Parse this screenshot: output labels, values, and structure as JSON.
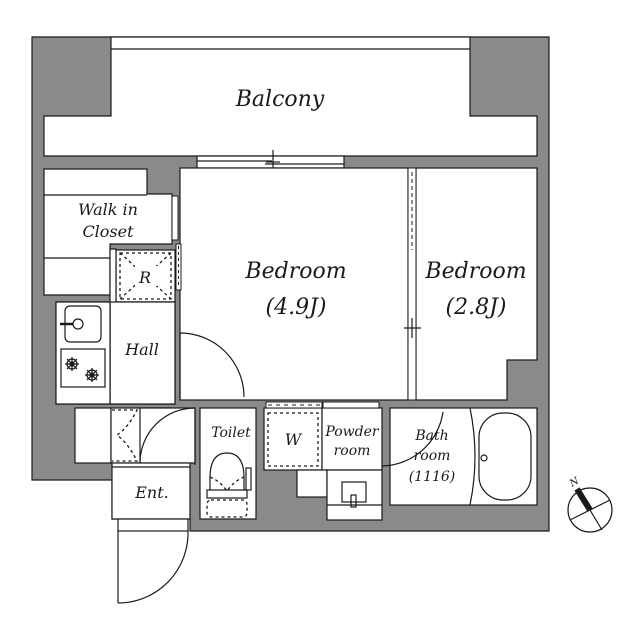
{
  "plan": {
    "rooms": {
      "balcony": {
        "label": "Balcony"
      },
      "bedroom1": {
        "label": "Bedroom",
        "size": "(4.9J)"
      },
      "bedroom2": {
        "label": "Bedroom",
        "size": "(2.8J)"
      },
      "walk_in_closet": {
        "line1": "Walk in",
        "line2": "Closet"
      },
      "refrigerator": {
        "label": "R"
      },
      "hall": {
        "label": "Hall"
      },
      "toilet": {
        "label": "Toilet"
      },
      "washer": {
        "label": "W"
      },
      "powder_room": {
        "line1": "Powder",
        "line2": "room"
      },
      "bathroom": {
        "line1": "Bath",
        "line2": "room",
        "line3": "(1116)"
      },
      "entrance": {
        "label": "Ent."
      }
    },
    "compass": {
      "label": "N"
    },
    "colors": {
      "wall": "#8a8a8a",
      "line": "#1a1a1a",
      "background": "#ffffff"
    }
  }
}
